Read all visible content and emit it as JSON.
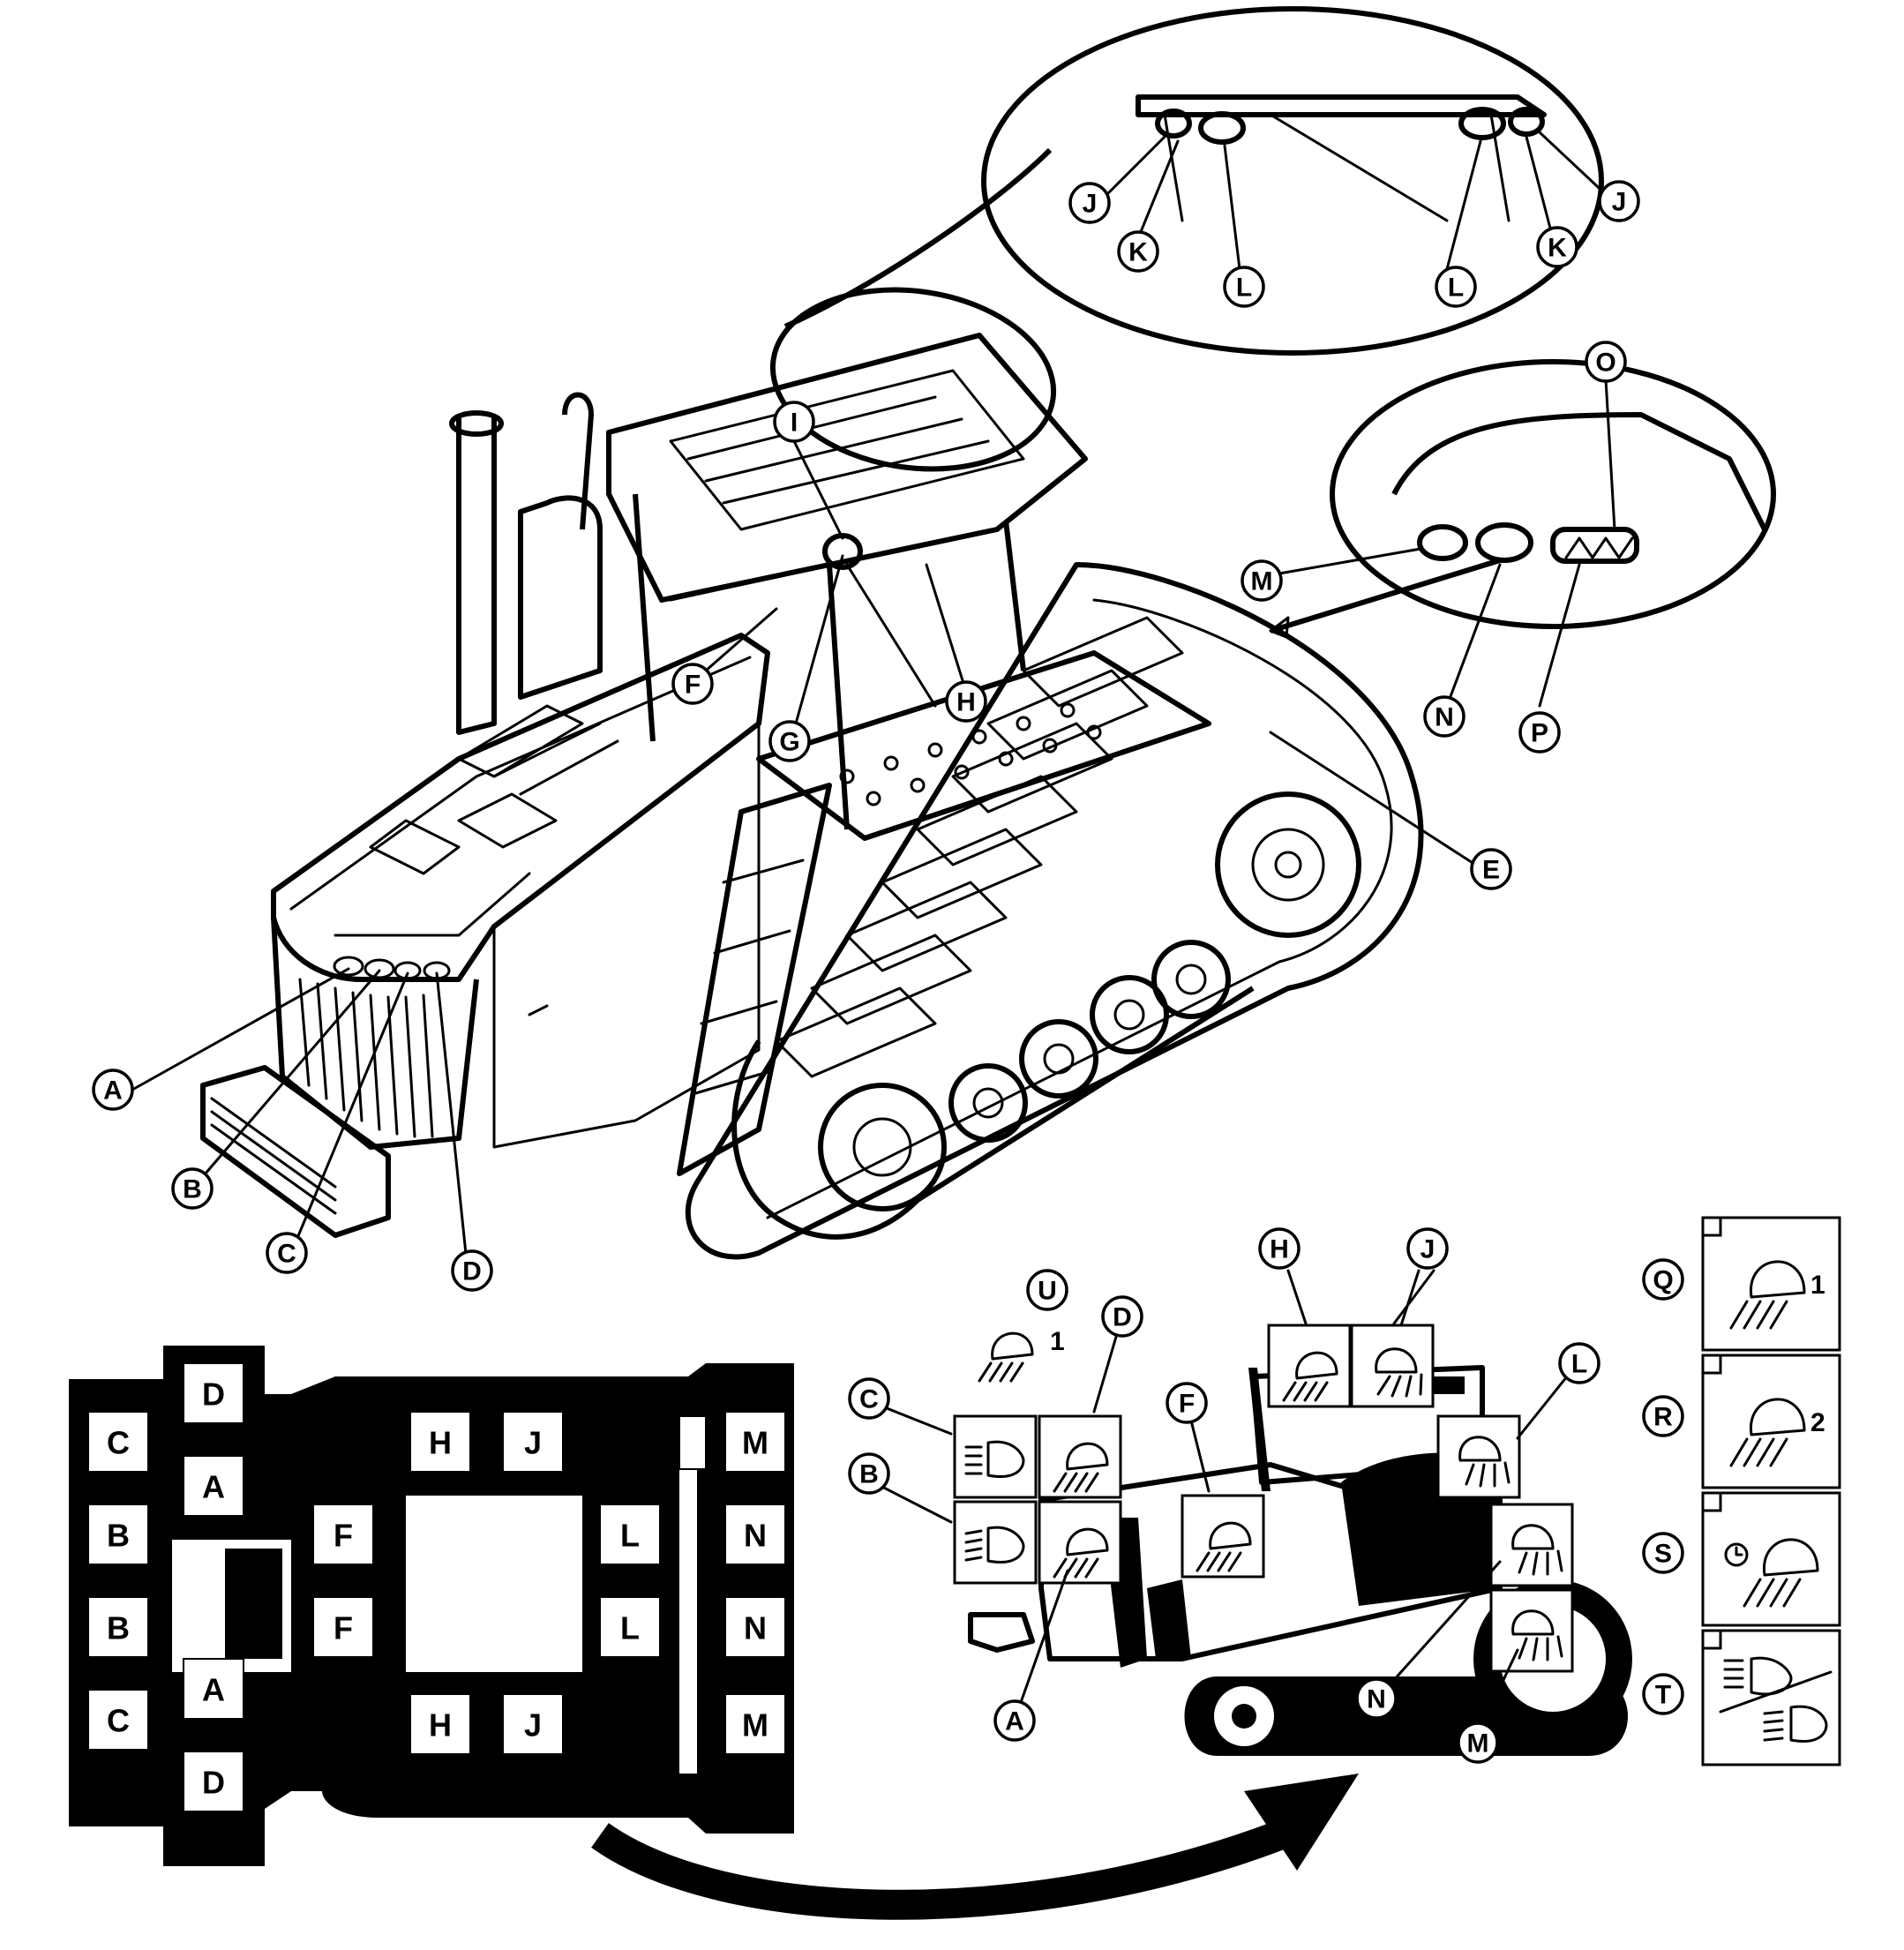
{
  "callouts": {
    "top": [
      "A",
      "B",
      "C",
      "D",
      "E",
      "F",
      "G",
      "H",
      "I"
    ],
    "roof_inset": [
      "J",
      "K",
      "L",
      "L",
      "K",
      "J"
    ],
    "rear_inset": [
      "M",
      "N",
      "O",
      "P"
    ],
    "side_view": [
      "A",
      "B",
      "C",
      "D",
      "F",
      "H",
      "J",
      "L",
      "M",
      "N",
      "U"
    ],
    "switches": [
      "Q",
      "R",
      "S",
      "T"
    ]
  },
  "icons": {
    "u_number": "1",
    "q_number": "1",
    "r_number": "2",
    "light_icon": "work-light-icon",
    "head_icon": "headlight-icon",
    "timer_icon": "timer-light-icon",
    "dip_icon": "high-low-beam-icon"
  },
  "layout_grid": {
    "left_col": [
      "C",
      "B",
      "B",
      "C"
    ],
    "mid_col": [
      "D",
      "A",
      "A",
      "D"
    ],
    "f_cells": [
      "F",
      "F"
    ],
    "h_cells": [
      "H",
      "H"
    ],
    "j_cells": [
      "J",
      "J"
    ],
    "l_cells": [
      "L",
      "L"
    ],
    "right_col": [
      "M",
      "N",
      "N",
      "M"
    ]
  }
}
